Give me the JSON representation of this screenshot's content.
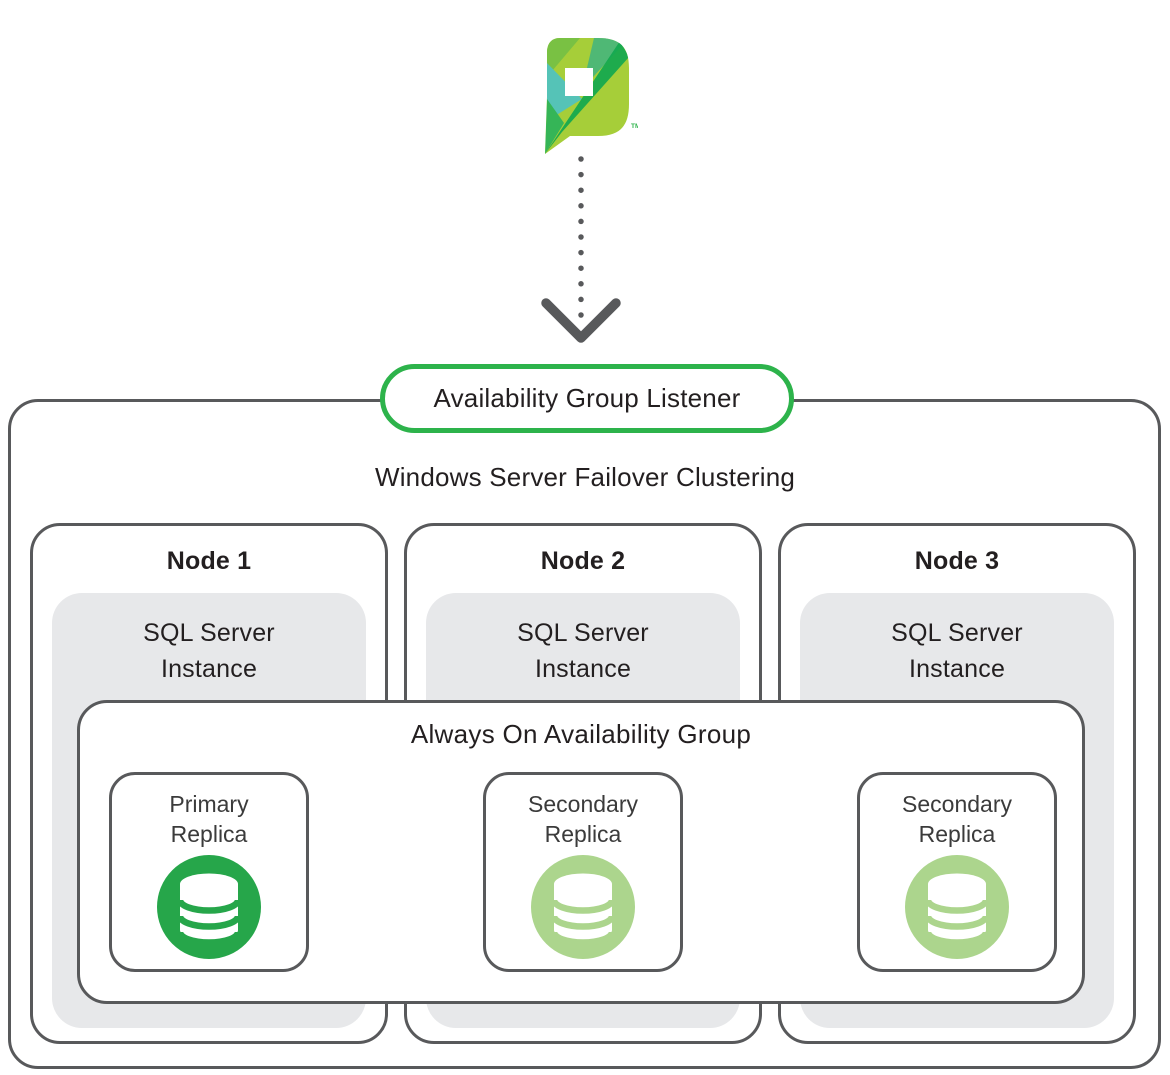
{
  "logo": {
    "name": "pure-storage-logo",
    "trademark": "TM"
  },
  "arrow": {
    "name": "down-arrow",
    "style": "dotted"
  },
  "listener": {
    "label": "Availability Group Listener"
  },
  "cluster": {
    "title": "Windows Server Failover Clustering"
  },
  "nodes": [
    {
      "title": "Node 1",
      "instance": "SQL Server Instance"
    },
    {
      "title": "Node 2",
      "instance": "SQL Server Instance"
    },
    {
      "title": "Node 3",
      "instance": "SQL Server Instance"
    }
  ],
  "availability_group": {
    "title": "Always On Availability Group",
    "replicas": [
      {
        "label": "Primary Replica",
        "icon": "database-icon",
        "color": "#26A64A"
      },
      {
        "label": "Secondary Replica",
        "icon": "database-icon",
        "color": "#ACD58D"
      },
      {
        "label": "Secondary Replica",
        "icon": "database-icon",
        "color": "#ACD58D"
      }
    ]
  },
  "colors": {
    "border_gray": "#58595B",
    "text": "#231F20",
    "accent_green": "#2DB34B",
    "primary_replica_green": "#26A64A",
    "secondary_replica_green": "#ACD58D",
    "instance_fill": "#E7E8EA",
    "arrow": "#58595B",
    "logo_light_green": "#A6CE39",
    "logo_dark_green": "#12A84F",
    "logo_teal": "#55C3B7"
  }
}
